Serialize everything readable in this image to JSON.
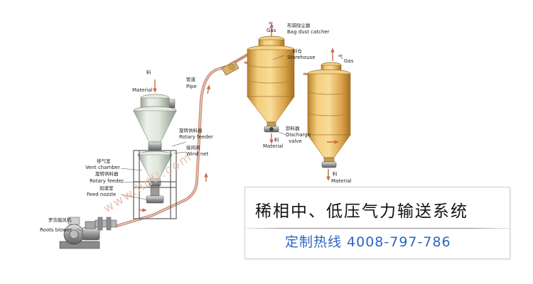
{
  "labels": {
    "material_top": {
      "cn": "料",
      "en": "Material"
    },
    "pipe": {
      "cn": "管道",
      "en": "Pipe"
    },
    "gas_top": {
      "cn": "气",
      "en": "Gas"
    },
    "bag_dust_catcher": {
      "cn": "布袋除尘器",
      "en": "Bag dust catcher"
    },
    "storehouse": {
      "cn": "料仓",
      "en": "Storehouse"
    },
    "gas_right": {
      "cn": "气",
      "en": "Gas"
    },
    "rotary_feeder_top": {
      "cn": "旋转供料器",
      "en": "Rotary feeder"
    },
    "wind_net": {
      "cn": "接风网",
      "en": "Wind net"
    },
    "vent_chamber": {
      "cn": "排气室",
      "en": "Vent chamber"
    },
    "rotary_feeder_low": {
      "cn": "旋转供料器",
      "en": "Rotary feeder"
    },
    "feed_nozzle": {
      "cn": "加速室",
      "en": "Feed nozzle"
    },
    "roots_blower": {
      "cn": "罗茨鼓风机",
      "en": "Roots blower"
    },
    "discharge_valve": {
      "cn": "卸料器",
      "en1": "Discharge",
      "en2": "valve"
    },
    "material_mid": {
      "cn": "料",
      "en": "Material"
    },
    "material_right": {
      "cn": "料",
      "en": "Material"
    }
  },
  "watermark": "www.hdfl.com",
  "title": "稀相中、低压气力输送系统",
  "hotline": "定制热线 4008-797-786",
  "colors": {
    "silo_body": "#e9b457",
    "pipe": "#c98d76",
    "arrow": "#c86a4a",
    "hotline": "#2a66c8",
    "hopper": "#cfd8ca"
  }
}
